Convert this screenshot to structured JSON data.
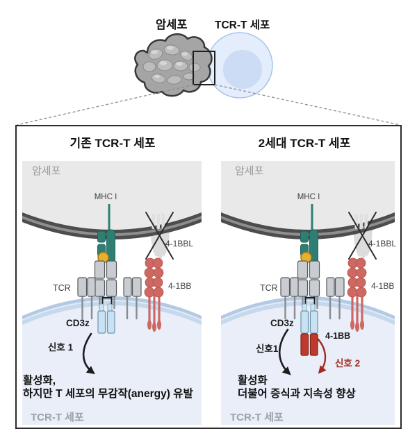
{
  "figure": {
    "overview": {
      "cancer_label": "암세포",
      "tcell_label": "TCR-T 세포"
    },
    "panel_left": {
      "title": "기존 TCR-T 세포",
      "cancer_region_label": "암세포",
      "mhc_label": "MHC I",
      "tcr_label": "TCR",
      "bbl_label": "4-1BBL",
      "bb_label": "4-1BB",
      "cd3z_label": "CD3z",
      "signal1_label": "신호 1",
      "result_line1": "활성화,",
      "result_line2": "하지만 T 세포의 무감작(anergy) 유발",
      "tcell_region_label": "TCR-T 세포"
    },
    "panel_right": {
      "title": "2세대 TCR-T 세포",
      "cancer_region_label": "암세포",
      "mhc_label": "MHC I",
      "tcr_label": "TCR",
      "bbl_label": "4-1BBL",
      "bb_label": "4-1BB",
      "cd3z_label": "CD3z",
      "bb_domain_label": "4-1BB",
      "signal1_label": "신호1",
      "signal2_label": "신호 2",
      "result_line1": "활성화",
      "result_line2": "더불어 증식과 지속성 향상",
      "tcell_region_label": "TCR-T 세포"
    },
    "colors": {
      "panel_border": "#2b2b2b",
      "cancer_fill": "#e9e9e9",
      "membrane_dark": "#4d4d4d",
      "membrane_mid": "#8f8f8f",
      "tcell_fill": "#e9eef8",
      "tcell_band1": "#b3c9e4",
      "tcell_band2": "#c6d8eb",
      "teal": "#2e7e73",
      "peptide_yellow": "#e8b12c",
      "receptor_gray": "#c9cdd1",
      "receptor_border": "#55595e",
      "cd3z_blue": "#c8e2f4",
      "cd3z_border": "#6e93aa",
      "bb_red": "#cd6862",
      "domain_red": "#bf3a2c",
      "signal2_red": "#a52a1e",
      "muted_label": "#9b9b9b"
    }
  }
}
